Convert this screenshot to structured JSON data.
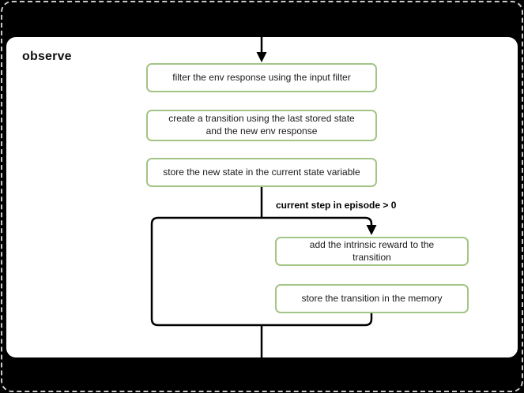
{
  "diagram": {
    "title": "observe",
    "nodes": [
      {
        "id": "filter-env-response",
        "label": "filter the env response using the input filter"
      },
      {
        "id": "create-transition",
        "label": "create a transition using the last stored state and the new env response"
      },
      {
        "id": "store-new-state",
        "label": "store the new state in the current state variable"
      },
      {
        "id": "add-intrinsic-reward",
        "label": "add the intrinsic reward to the transition"
      },
      {
        "id": "store-transition",
        "label": "store the transition in the memory"
      }
    ],
    "branch_label": "current step in episode > 0",
    "colors": {
      "node_border": "#a3c585",
      "line": "#000000",
      "panel_bg": "#ffffff",
      "canvas_bg": "#000000",
      "dashed_border": "#c9c9c9"
    }
  }
}
